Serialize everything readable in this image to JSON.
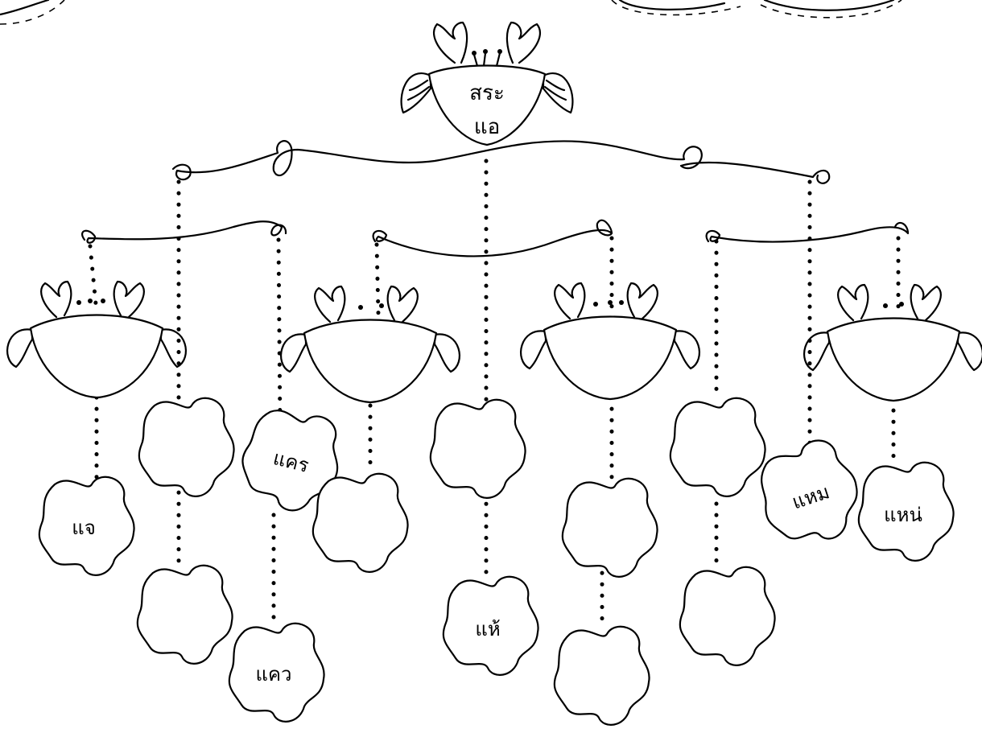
{
  "heading_crab": {
    "line1": "สระ",
    "line2": "แอ"
  },
  "cards": {
    "left_crab": [
      "แจ",
      "แคร",
      "แคว"
    ],
    "center_left_crab": [],
    "center_right_crab": [
      "แห้"
    ],
    "right_crab": [
      "แหม",
      "แหน่"
    ]
  }
}
